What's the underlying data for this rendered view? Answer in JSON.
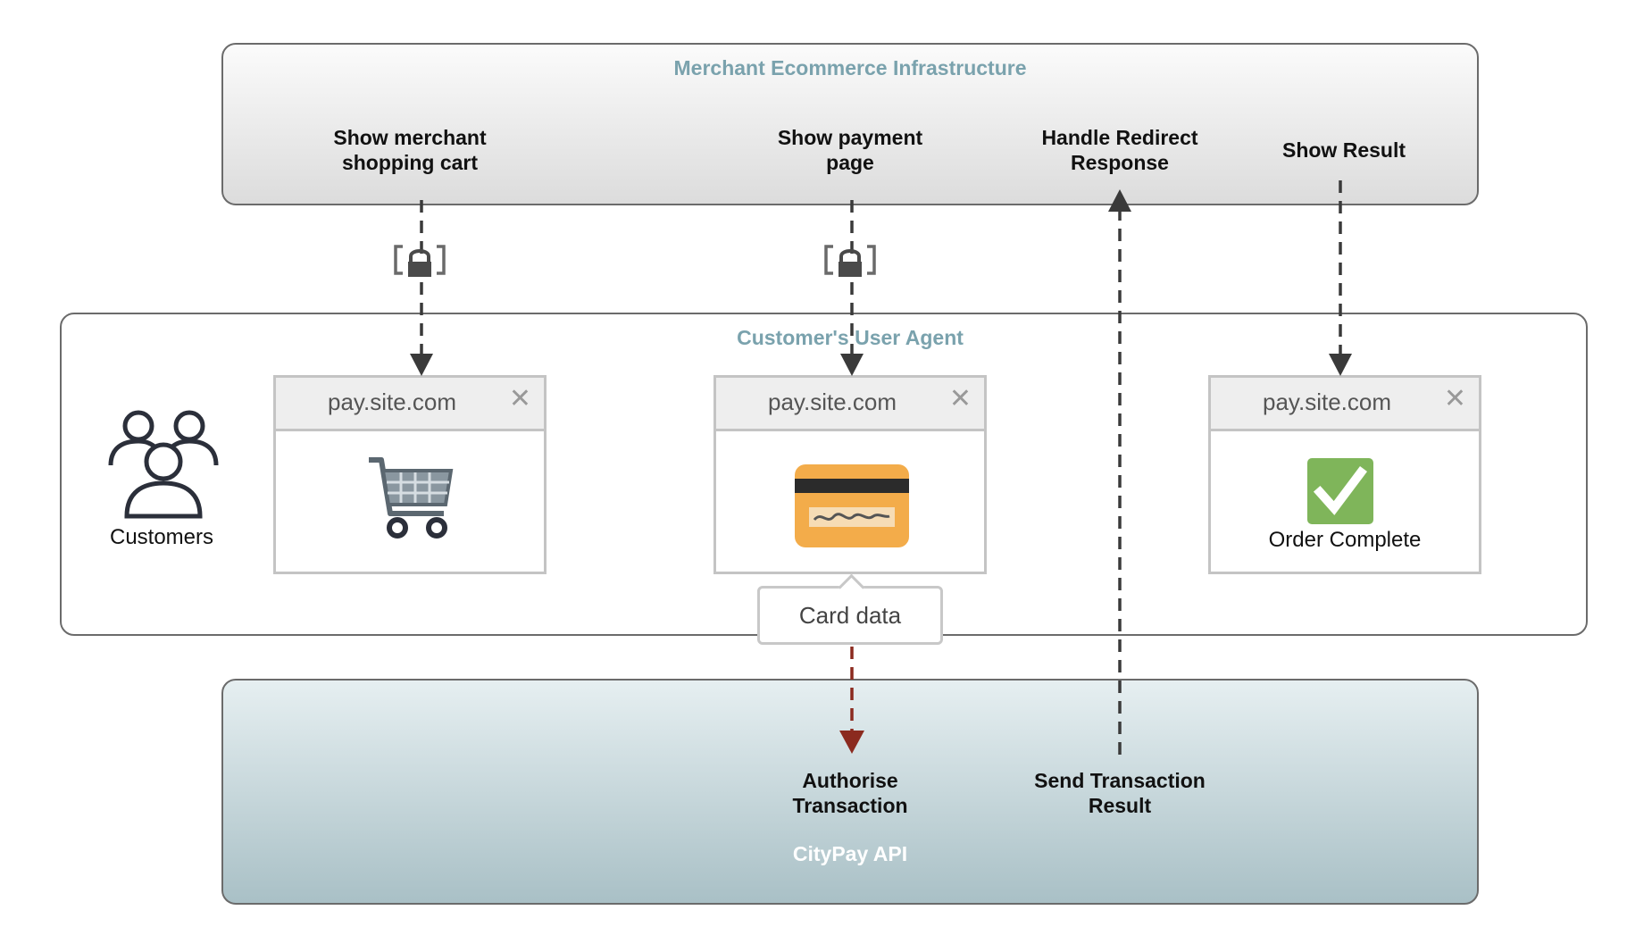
{
  "zones": {
    "merchant": "Merchant Ecommerce Infrastructure",
    "agent": "Customer's User Agent",
    "api": "CityPay API"
  },
  "merchant_steps": {
    "show_cart": "Show merchant\nshopping cart",
    "show_payment": "Show payment\npage",
    "handle_redirect": "Handle Redirect\nResponse",
    "show_result": "Show Result"
  },
  "api_steps": {
    "authorise": "Authorise\nTransaction",
    "send_result": "Send Transaction\nResult"
  },
  "customers_label": "Customers",
  "browsers": [
    {
      "url": "pay.site.com",
      "close": "✕",
      "icon": "shopping-cart-icon"
    },
    {
      "url": "pay.site.com",
      "close": "✕",
      "icon": "credit-card-icon"
    },
    {
      "url": "pay.site.com",
      "close": "✕",
      "icon": "checkmark-icon",
      "caption": "Order Complete"
    }
  ],
  "card_data_label": "Card data",
  "colors": {
    "zone_title": "#7aa2ad",
    "arrow": "#3a3a3a",
    "card_arrow": "#8b2a1f",
    "card_orange": "#f3ac4a",
    "check_green": "#7fb55a"
  }
}
